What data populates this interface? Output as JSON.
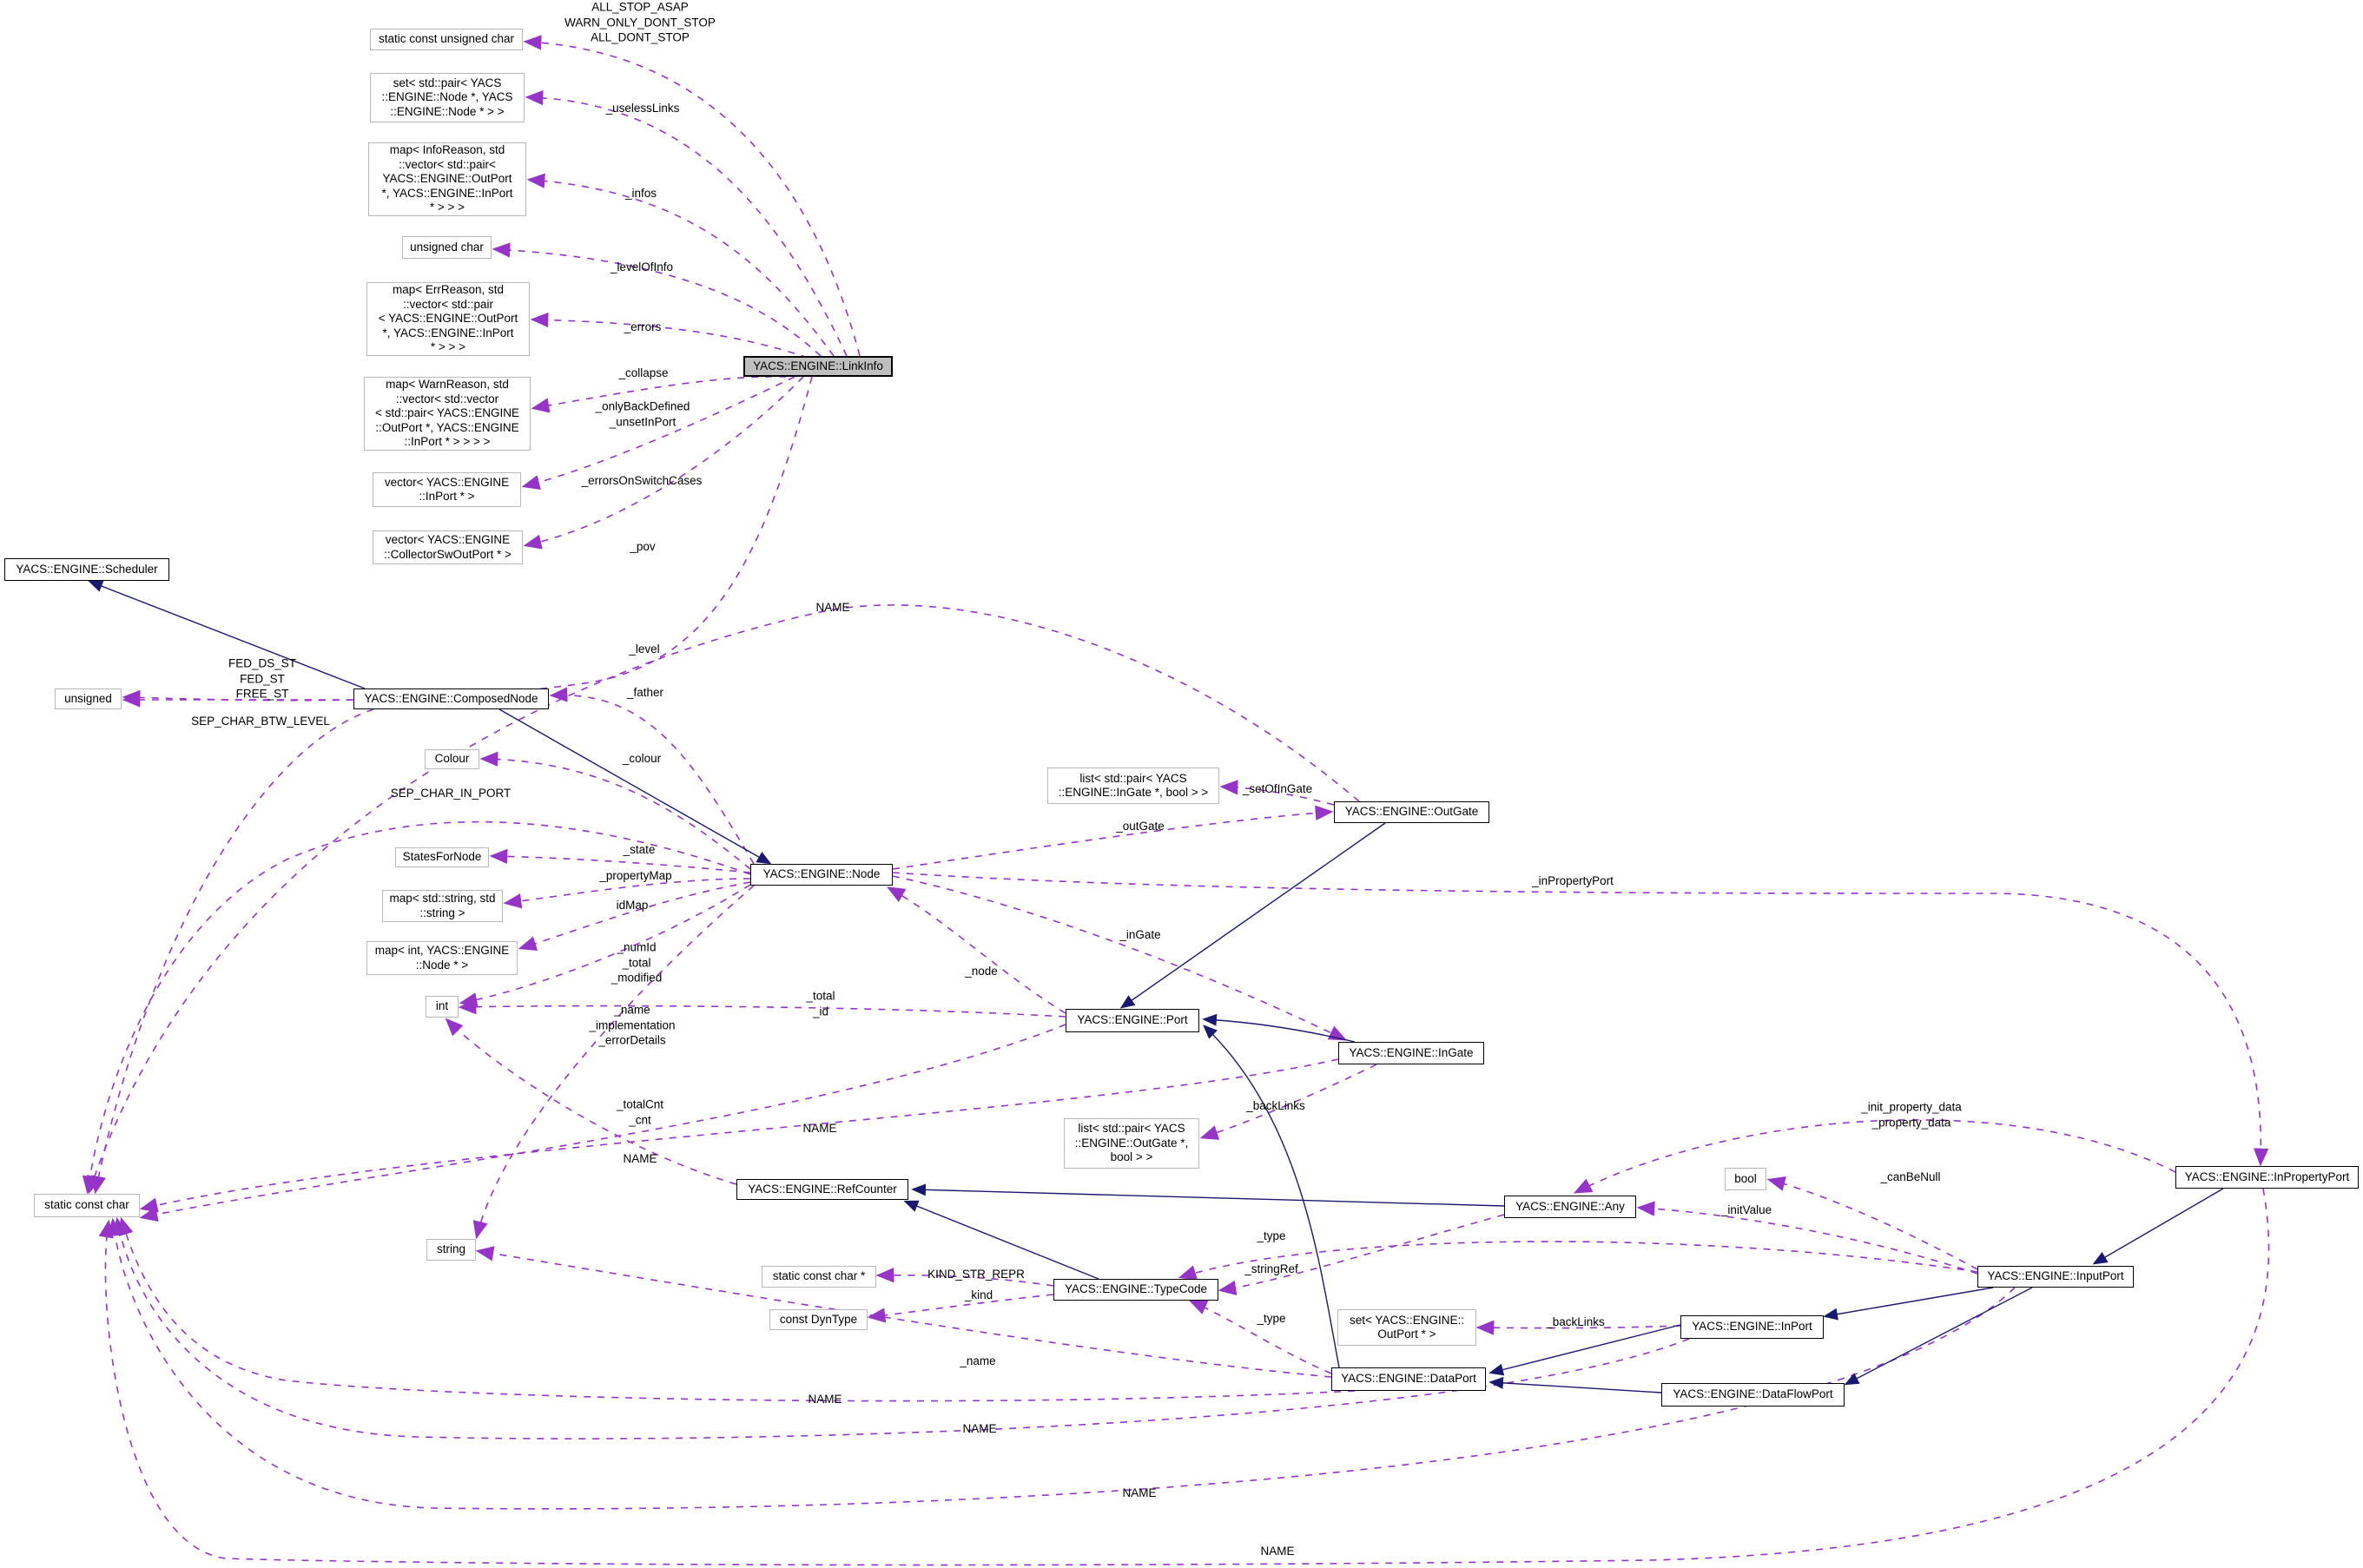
{
  "diagram": {
    "title": "YACS::ENGINE::LinkInfo collaboration graph",
    "main_class": "YACS::ENGINE::LinkInfo"
  },
  "colors": {
    "member_edge": "#9634c8",
    "inherit_edge": "#191970",
    "main_fill": "#bfbfbf",
    "type_border": "#b9b9b9",
    "class_border": "#000000"
  },
  "nodes": [
    {
      "id": "scheduler",
      "kind": "cls",
      "interactable": true,
      "label": "YACS::ENGINE::Scheduler"
    },
    {
      "id": "static-const-unsigned-char",
      "kind": "type",
      "interactable": false,
      "label": "static const unsigned char"
    },
    {
      "id": "set-pair-node",
      "kind": "type",
      "interactable": false,
      "label": "set< std::pair< YACS\n::ENGINE::Node *, YACS\n::ENGINE::Node * > >"
    },
    {
      "id": "map-inforeason",
      "kind": "type",
      "interactable": false,
      "label": "map< InfoReason, std\n::vector< std::pair<\nYACS::ENGINE::OutPort\n*, YACS::ENGINE::InPort\n* > > >"
    },
    {
      "id": "unsigned-char",
      "kind": "type",
      "interactable": false,
      "label": "unsigned char"
    },
    {
      "id": "map-errreason",
      "kind": "type",
      "interactable": false,
      "label": "map< ErrReason, std\n::vector< std::pair\n< YACS::ENGINE::OutPort\n*, YACS::ENGINE::InPort\n* > > >"
    },
    {
      "id": "linkinfo",
      "kind": "main",
      "interactable": false,
      "label": "YACS::ENGINE::LinkInfo"
    },
    {
      "id": "map-warnreason",
      "kind": "type",
      "interactable": false,
      "label": "map< WarnReason, std\n::vector< std::vector\n< std::pair< YACS::ENGINE\n::OutPort *, YACS::ENGINE\n::InPort * > > > >"
    },
    {
      "id": "vector-inport",
      "kind": "type",
      "interactable": false,
      "label": "vector< YACS::ENGINE\n::InPort * >"
    },
    {
      "id": "vector-collector",
      "kind": "type",
      "interactable": false,
      "label": "vector< YACS::ENGINE\n::CollectorSwOutPort * >"
    },
    {
      "id": "unsigned",
      "kind": "type",
      "interactable": false,
      "label": "unsigned"
    },
    {
      "id": "composednode",
      "kind": "cls",
      "interactable": true,
      "label": "YACS::ENGINE::ComposedNode"
    },
    {
      "id": "colour",
      "kind": "type",
      "interactable": false,
      "label": "Colour"
    },
    {
      "id": "statesfornode",
      "kind": "type",
      "interactable": false,
      "label": "StatesForNode"
    },
    {
      "id": "node",
      "kind": "cls",
      "interactable": true,
      "label": "YACS::ENGINE::Node"
    },
    {
      "id": "map-string-string",
      "kind": "type",
      "interactable": false,
      "label": "map< std::string, std\n::string >"
    },
    {
      "id": "map-int-node",
      "kind": "type",
      "interactable": false,
      "label": "map< int, YACS::ENGINE\n::Node * >"
    },
    {
      "id": "int",
      "kind": "type",
      "interactable": false,
      "label": "int"
    },
    {
      "id": "list-pair-ingate",
      "kind": "type",
      "interactable": false,
      "label": "list< std::pair< YACS\n::ENGINE::InGate *, bool > >"
    },
    {
      "id": "outgate",
      "kind": "cls",
      "interactable": true,
      "label": "YACS::ENGINE::OutGate"
    },
    {
      "id": "port",
      "kind": "cls",
      "interactable": true,
      "label": "YACS::ENGINE::Port"
    },
    {
      "id": "ingate",
      "kind": "cls",
      "interactable": true,
      "label": "YACS::ENGINE::InGate"
    },
    {
      "id": "list-pair-outgate",
      "kind": "type",
      "interactable": false,
      "label": "list< std::pair< YACS\n::ENGINE::OutGate *,\nbool > >"
    },
    {
      "id": "refcounter",
      "kind": "cls",
      "interactable": true,
      "label": "YACS::ENGINE::RefCounter"
    },
    {
      "id": "any",
      "kind": "cls",
      "interactable": true,
      "label": "YACS::ENGINE::Any"
    },
    {
      "id": "bool",
      "kind": "type",
      "interactable": false,
      "label": "bool"
    },
    {
      "id": "inpropertyport",
      "kind": "cls",
      "interactable": true,
      "label": "YACS::ENGINE::InPropertyPort"
    },
    {
      "id": "string",
      "kind": "type",
      "interactable": false,
      "label": "string"
    },
    {
      "id": "static-const-char-ptr",
      "kind": "type",
      "interactable": false,
      "label": "static const char *"
    },
    {
      "id": "typecode",
      "kind": "cls",
      "interactable": true,
      "label": "YACS::ENGINE::TypeCode"
    },
    {
      "id": "inputport",
      "kind": "cls",
      "interactable": true,
      "label": "YACS::ENGINE::InputPort"
    },
    {
      "id": "const-dyntype",
      "kind": "type",
      "interactable": false,
      "label": "const DynType"
    },
    {
      "id": "set-outport-ptr",
      "kind": "type",
      "interactable": false,
      "label": "set< YACS::ENGINE::\nOutPort * >"
    },
    {
      "id": "inport",
      "kind": "cls",
      "interactable": true,
      "label": "YACS::ENGINE::InPort"
    },
    {
      "id": "dataport",
      "kind": "cls",
      "interactable": true,
      "label": "YACS::ENGINE::DataPort"
    },
    {
      "id": "dataflowport",
      "kind": "cls",
      "interactable": true,
      "label": "YACS::ENGINE::DataFlowPort"
    },
    {
      "id": "static-const-char",
      "kind": "type",
      "interactable": false,
      "label": "static const char"
    }
  ],
  "edge_labels": [
    {
      "id": "all-stop",
      "text": "ALL_STOP_ASAP\nWARN_ONLY_DONT_STOP\nALL_DONT_STOP"
    },
    {
      "id": "uselesslinks",
      "text": "_uselessLinks"
    },
    {
      "id": "infos",
      "text": "_infos"
    },
    {
      "id": "levelofinfo",
      "text": "_levelOfInfo"
    },
    {
      "id": "errors",
      "text": "_errors"
    },
    {
      "id": "collapse",
      "text": "_collapse"
    },
    {
      "id": "onlyback",
      "text": "_onlyBackDefined\n_unsetInPort"
    },
    {
      "id": "errorsonswitch",
      "text": "_errorsOnSwitchCases"
    },
    {
      "id": "pov",
      "text": "_pov"
    },
    {
      "id": "name-outgate",
      "text": "NAME"
    },
    {
      "id": "level",
      "text": "_level"
    },
    {
      "id": "father",
      "text": "_father"
    },
    {
      "id": "fed",
      "text": "FED_DS_ST\nFED_ST\nFREE_ST"
    },
    {
      "id": "sep-btw",
      "text": "SEP_CHAR_BTW_LEVEL"
    },
    {
      "id": "colour-lbl",
      "text": "_colour"
    },
    {
      "id": "sep-in-port",
      "text": "SEP_CHAR_IN_PORT"
    },
    {
      "id": "setofingate",
      "text": "_setOfInGate"
    },
    {
      "id": "outgate-lbl",
      "text": "_outGate"
    },
    {
      "id": "inpropertyport-lbl",
      "text": "_inPropertyPort"
    },
    {
      "id": "state",
      "text": "_state"
    },
    {
      "id": "propertymap",
      "text": "_propertyMap"
    },
    {
      "id": "idmap",
      "text": "idMap"
    },
    {
      "id": "ingate-lbl",
      "text": "_inGate"
    },
    {
      "id": "numid",
      "text": "_numId\n_total\n_modified"
    },
    {
      "id": "node-lbl",
      "text": "_node"
    },
    {
      "id": "total-id",
      "text": "_total\n_id"
    },
    {
      "id": "name-impl",
      "text": "_name\n_implementation\n_errorDetails"
    },
    {
      "id": "backlinks1",
      "text": "_backLinks"
    },
    {
      "id": "totalcnt",
      "text": "_totalCnt\n_cnt"
    },
    {
      "id": "name-port",
      "text": "NAME"
    },
    {
      "id": "name-ingate",
      "text": "NAME"
    },
    {
      "id": "init-prop",
      "text": "_init_property_data\n_property_data"
    },
    {
      "id": "canbenull",
      "text": "_canBeNull"
    },
    {
      "id": "initvalue",
      "text": "_initValue"
    },
    {
      "id": "type-upper",
      "text": "_type"
    },
    {
      "id": "stringref",
      "text": "_stringRef"
    },
    {
      "id": "kind-str-repr",
      "text": "KIND_STR_REPR"
    },
    {
      "id": "kind",
      "text": "_kind"
    },
    {
      "id": "type-lower",
      "text": "_type"
    },
    {
      "id": "backlinks2",
      "text": "_backLinks"
    },
    {
      "id": "name-dp-member",
      "text": "_name"
    },
    {
      "id": "name-dataport",
      "text": "NAME"
    },
    {
      "id": "name-inport",
      "text": "NAME"
    },
    {
      "id": "name-inputport",
      "text": "NAME"
    },
    {
      "id": "name-inpropertyport",
      "text": "NAME"
    }
  ]
}
